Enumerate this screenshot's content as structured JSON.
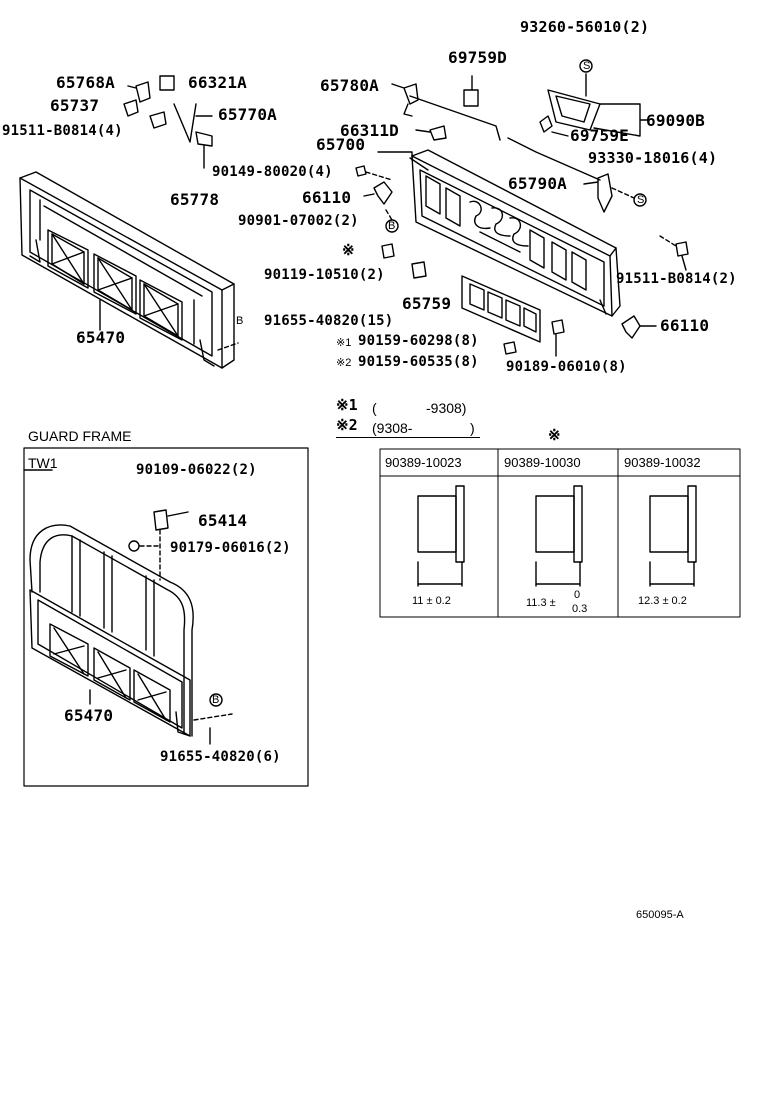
{
  "labels": {
    "p93260": "93260-56010(2)",
    "p69759D": "69759D",
    "p65780A": "65780A",
    "p69090B": "69090B",
    "p69759E": "69759E",
    "p93330": "93330-18016(4)",
    "p65790A": "65790A",
    "p65768A": "65768A",
    "p66321A": "66321A",
    "p65737": "65737",
    "p65770A": "65770A",
    "p91511a": "91511-B0814(4)",
    "p66311D": "66311D",
    "p65700": "65700",
    "p90149": "90149-80020(4)",
    "p65778": "65778",
    "p66110a": "66110",
    "p90901": "90901-07002(2)",
    "p90119": "90119-10510(2)",
    "p91511b": "91511-B0814(2)",
    "p65759": "65759",
    "p66110b": "66110",
    "p65470a": "65470",
    "p91655a": "91655-40820(15)",
    "p90159a": "90159-60298(8)",
    "p90159b": "90159-60535(8)",
    "p90189": "90189-06010(8)",
    "p90109": "90109-06022(2)",
    "p65414": "65414",
    "p90179": "90179-06016(2)",
    "p65470b": "65470",
    "p91655b": "91655-40820(6)"
  },
  "marks": {
    "kome": "※",
    "kome1": "※1",
    "kome2": "※2",
    "s": "S",
    "b": "B"
  },
  "notes": {
    "n1_open": "(",
    "n1_range": "-9308)",
    "n2_range": "(9308-",
    "n2_close": ")"
  },
  "guard_frame": {
    "title": "GUARD FRAME",
    "variant": "TW1"
  },
  "spec_table": {
    "columns": [
      {
        "part": "90389-10023",
        "dimension": "11 ± 0.2",
        "tol_top": "",
        "tol_bottom": ""
      },
      {
        "part": "90389-10030",
        "dimension": "11.3 ±",
        "tol_top": "0",
        "tol_bottom": "0.3"
      },
      {
        "part": "90389-10032",
        "dimension": "12.3 ± 0.2",
        "tol_top": "",
        "tol_bottom": ""
      }
    ]
  },
  "figure_code": "650095-A"
}
